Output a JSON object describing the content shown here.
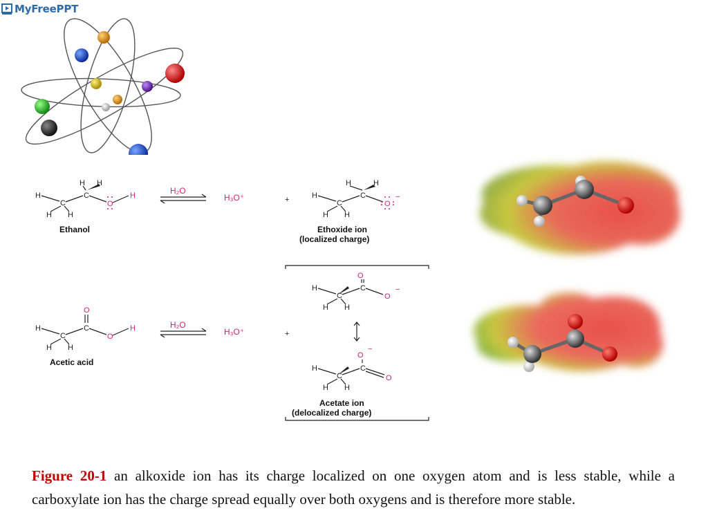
{
  "brand": {
    "name": "MyFreePPT"
  },
  "reactions": [
    {
      "reactant": "Ethanol",
      "reagent": "H₂O",
      "product": "H₃O⁺",
      "plus": "+",
      "conjugate_base": {
        "name": "Ethoxide ion",
        "note": "(localized charge)"
      }
    },
    {
      "reactant": "Acetic acid",
      "reagent": "H₂O",
      "product": "H₃O⁺",
      "plus": "+",
      "conjugate_base": {
        "name": "Acetate ion",
        "note": "(delocalized charge)"
      }
    }
  ],
  "atom_symbols": {
    "hydrogen": "H",
    "carbon": "C",
    "oxygen": "O",
    "charge": "−"
  },
  "caption": {
    "figure_ref": "Figure 20-1",
    "text": " an alkoxide ion has its charge localized on one oxygen atom and is less stable, while  a carboxylate ion has the charge spread equally over both oxygens and is therefore more stable."
  },
  "colors": {
    "brand": "#2f6aa8",
    "figure_ref": "#c00000",
    "oxygen": "#d4226e",
    "map_negative": "#e8504a",
    "map_neutral": "#c8c840"
  }
}
